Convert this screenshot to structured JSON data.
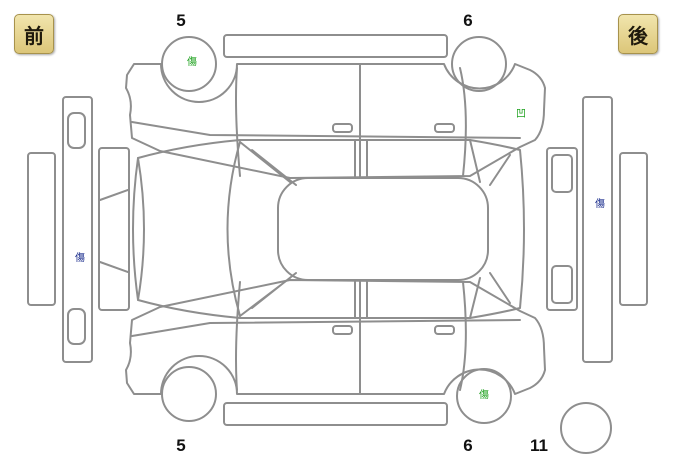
{
  "badges": {
    "front": "前",
    "rear": "後"
  },
  "wheel_numbers": {
    "front_top": "5",
    "rear_top": "6",
    "front_bottom": "5",
    "rear_bottom": "6",
    "spare": "11"
  },
  "marks": {
    "front_top_wheel": "傷",
    "rear_right_door": "凹",
    "front_bumper": "傷",
    "rear_bumper": "傷",
    "rear_bottom_wheel": "傷"
  },
  "colors": {
    "outline": "#8e8e8e",
    "mark_green": "#1ea11e",
    "mark_blue": "#1a2c8c",
    "badge": "#dcc679"
  }
}
